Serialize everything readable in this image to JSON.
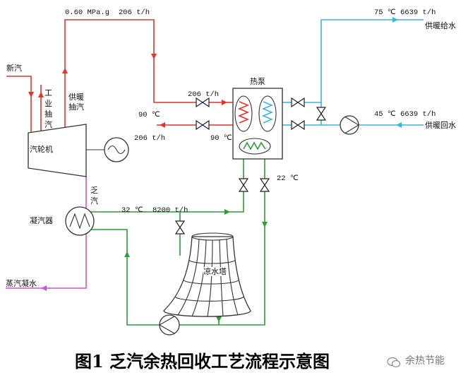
{
  "title": "图1 乏汽余热回收工艺流程示意图",
  "watermark": "余热节能",
  "labels": {
    "extraction_pressure": "0.60 MPa.g",
    "extraction_flow": "206 t/h",
    "new_steam": "新汽",
    "industrial_extraction": "工业抽汽",
    "heating_extraction": "供暖抽汽",
    "turbine": "汽轮机",
    "exhaust_steam": "乏汽",
    "condenser": "凝汽器",
    "steam_condensate": "蒸汽凝水",
    "cooling_water_temp": "32 ℃",
    "cooling_water_flow": "8200 t/h",
    "cooling_tower": "凉水塔",
    "heat_pump": "热泵",
    "heat_pump_steam_flow": "206 t/h",
    "condensate_out_temp": "90 ℃",
    "condensate_out_flow": "206 t/h",
    "heat_pump_condensate_temp": "90 ℃",
    "circulating_return_temp": "22 ℃",
    "heating_supply_params": "75 ℃ 6639 t/h",
    "heating_supply_name": "供暖给水",
    "heating_return_params": "45 ℃ 6639 t/h",
    "heating_return_name": "供暖回水"
  },
  "colors": {
    "steam": "#e8322b",
    "heating_water": "#3cb4dc",
    "cooling_water": "#2f9a3a",
    "condensate": "#d24fd6",
    "equipment": "#333333"
  },
  "icons": {
    "generator": "generator-icon",
    "pump": "pump-icon",
    "valve": "valve-icon",
    "watermark": "wechat-icon"
  }
}
